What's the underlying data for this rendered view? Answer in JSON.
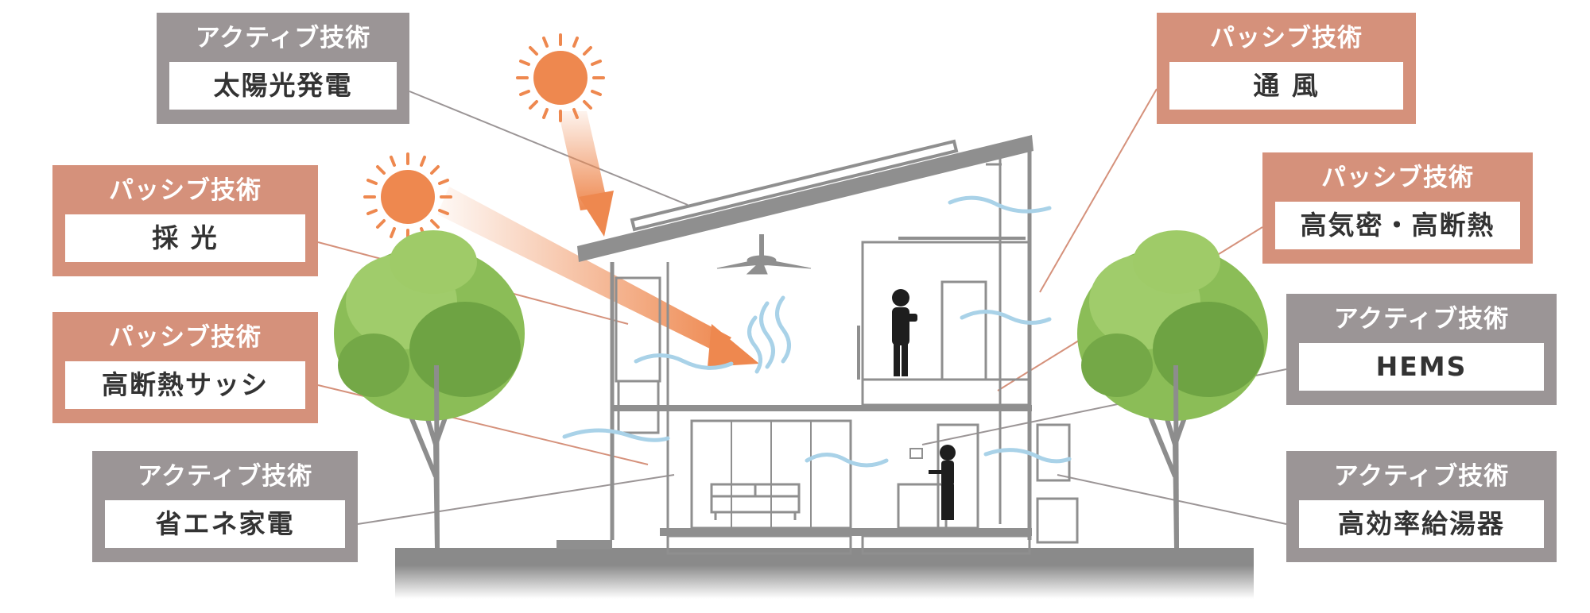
{
  "colors": {
    "active": "#9b9596",
    "passive": "#d5917b",
    "sun": "#ee884f",
    "wind": "#a9d2e8",
    "house": "#8f8f8f",
    "tree": "#7fb24e",
    "ground": "#8a8a8a"
  },
  "callouts": [
    {
      "id": "solar-power",
      "category": "アクティブ技術",
      "label": "太陽光発電",
      "type": "active"
    },
    {
      "id": "daylighting",
      "category": "パッシブ技術",
      "label": "採 光",
      "type": "passive"
    },
    {
      "id": "insulated-sash",
      "category": "パッシブ技術",
      "label": "高断熱サッシ",
      "type": "passive"
    },
    {
      "id": "efficient-appliances",
      "category": "アクティブ技術",
      "label": "省エネ家電",
      "type": "active"
    },
    {
      "id": "ventilation",
      "category": "パッシブ技術",
      "label": "通 風",
      "type": "passive"
    },
    {
      "id": "airtight-insulation",
      "category": "パッシブ技術",
      "label": "高気密・高断熱",
      "type": "passive"
    },
    {
      "id": "hems",
      "category": "アクティブ技術",
      "label": "HEMS",
      "type": "active"
    },
    {
      "id": "water-heater",
      "category": "アクティブ技術",
      "label": "高効率給湯器",
      "type": "active"
    }
  ],
  "icons": [
    "sun-icon",
    "wind-icon",
    "tree-icon",
    "person-icon",
    "ceiling-fan-icon",
    "solar-panel-icon",
    "sofa-icon"
  ]
}
